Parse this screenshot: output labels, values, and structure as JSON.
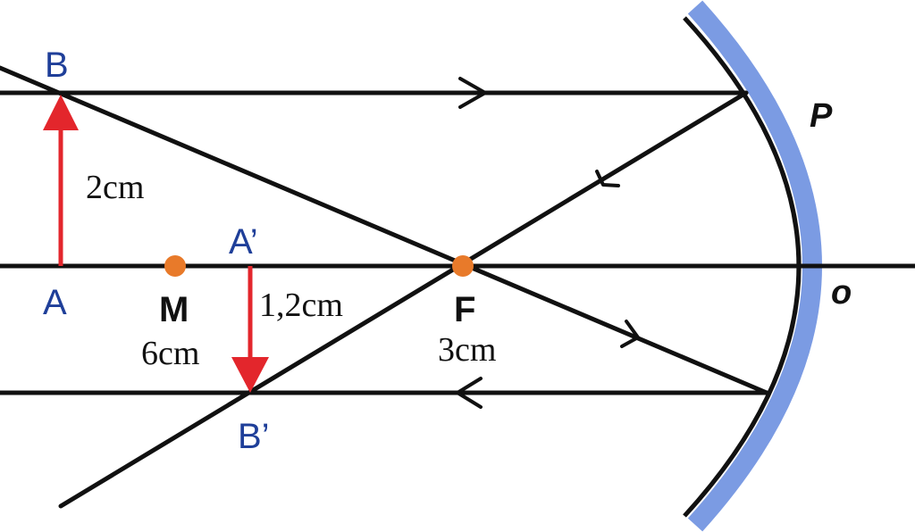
{
  "labels": {
    "B": "B",
    "A": "A",
    "M": "M",
    "A_prime": "A’",
    "B_prime": "B’",
    "F": "F",
    "P": "P",
    "O": "o"
  },
  "dimensions": {
    "object_height": "2cm",
    "image_height": "1,2cm",
    "distance_M": "6cm",
    "distance_F": "3cm"
  },
  "colors": {
    "object_arrow": "#e3262c",
    "point_label": "#1f3f99",
    "focus_dot": "#e87a2a",
    "mirror_edge": "#7b9be3",
    "line": "#111111"
  }
}
